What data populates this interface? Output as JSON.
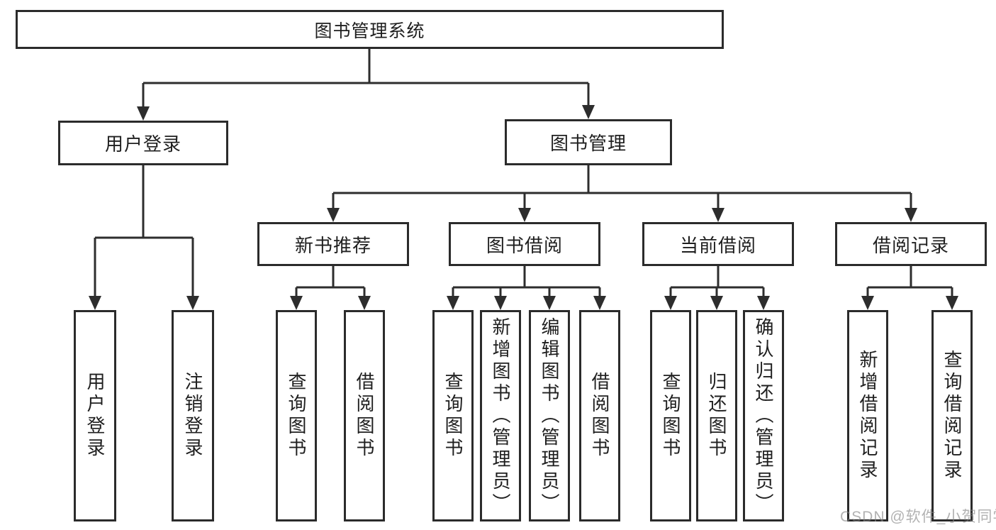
{
  "tree": {
    "root": {
      "label": "图书管理系统"
    },
    "user_login": {
      "label": "用户登录",
      "children": [
        "用户登录",
        "注销登录"
      ]
    },
    "book_mgmt": {
      "label": "图书管理",
      "modules": {
        "new_books": {
          "label": "新书推荐",
          "children": [
            "查询图书",
            "借阅图书"
          ]
        },
        "borrowing": {
          "label": "图书借阅",
          "children": [
            "查询图书",
            "新增图书（管理员）",
            "编辑图书（管理员）",
            "借阅图书"
          ]
        },
        "current": {
          "label": "当前借阅",
          "children": [
            "查询图书",
            "归还图书",
            "确认归还（管理员）"
          ]
        },
        "records": {
          "label": "借阅记录",
          "children": [
            "新增借阅记录",
            "查询借阅记录"
          ]
        }
      }
    }
  },
  "watermark": {
    "text": "CSDN @软件_小贺同学"
  },
  "colors": {
    "line": "#2d2d2d",
    "border": "#2b2b2b",
    "text": "#1f1f1f",
    "background": "#ffffff",
    "watermark": "#828282"
  }
}
